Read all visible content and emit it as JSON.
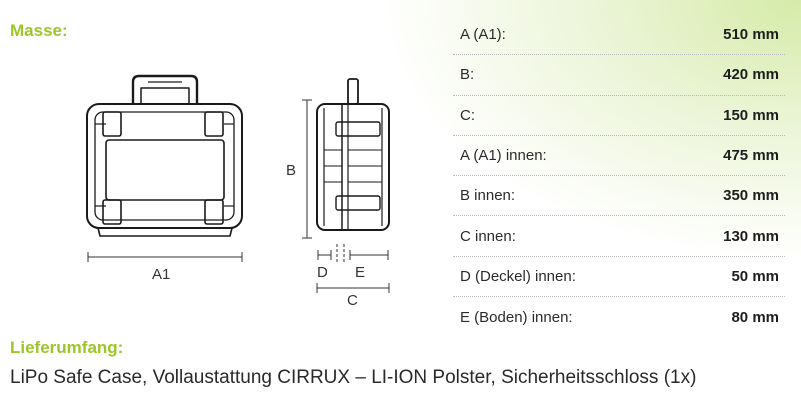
{
  "masse": {
    "title": "Masse:"
  },
  "specs": [
    {
      "label": "A (A1):",
      "value": "510 mm"
    },
    {
      "label": "B:",
      "value": "420 mm"
    },
    {
      "label": "C:",
      "value": "150 mm"
    },
    {
      "label": "A (A1) innen:",
      "value": "475 mm"
    },
    {
      "label": "B innen:",
      "value": "350 mm"
    },
    {
      "label": "C innen:",
      "value": "130 mm"
    },
    {
      "label": "D (Deckel) innen:",
      "value": "50 mm"
    },
    {
      "label": "E (Boden) innen:",
      "value": "80 mm"
    }
  ],
  "diagram": {
    "label_a1": "A1",
    "label_b": "B",
    "label_c": "C",
    "label_d": "D",
    "label_e": "E"
  },
  "lieferumfang": {
    "title": "Lieferumfang:",
    "text": "LiPo Safe Case, Vollaustattung CIRRUX – LI-ION Polster, Sicherheitsschloss (1x)"
  },
  "colors": {
    "accent": "#9dc52a",
    "text": "#222222",
    "divider": "#b8b8b8"
  }
}
